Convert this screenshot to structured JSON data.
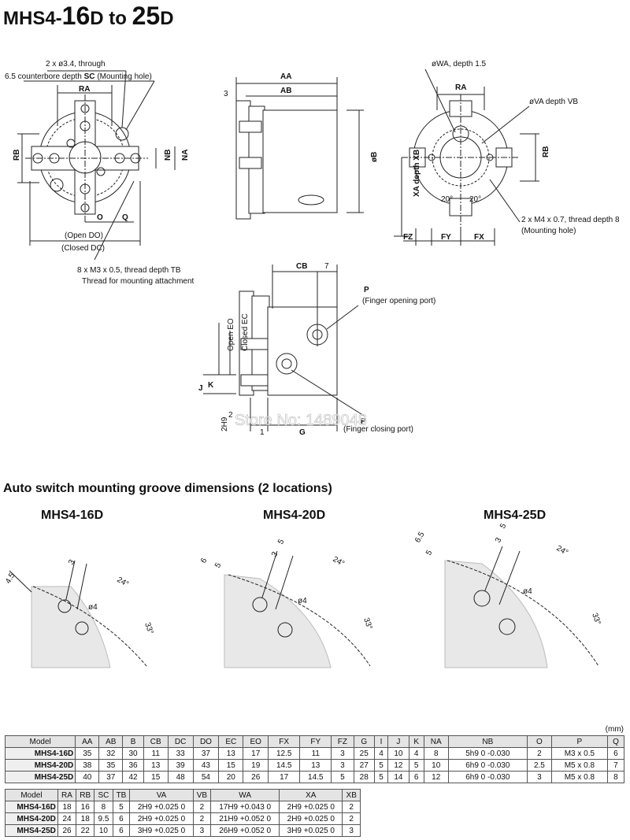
{
  "title": {
    "prefix": "MHS4-",
    "a": "16",
    "d1": "D",
    "to": " to ",
    "b": "25",
    "d2": "D"
  },
  "drawing_labels": {
    "through": "2 x ø3.4, through",
    "counterbore_a": "6.5 counterbore depth ",
    "counterbore_sc": "SC",
    "counterbore_b": " (Mounting hole)",
    "RA": "RA",
    "RB": "RB",
    "NB": "NB",
    "NA": "NA",
    "O": "O",
    "Q": "Q",
    "open_do": "(Open DO)",
    "closed_dc": "(Closed DC)",
    "thread_tb": "8 x M3 x 0.5, thread depth TB",
    "thread_attach": "Thread for mounting attachment",
    "AA": "AA",
    "AB": "AB",
    "three": "3",
    "oB": "øB",
    "owa": "øWA, depth 1.5",
    "ova": "øVA  depth VB",
    "xa": "XA  depth XB",
    "deg20a": "20°",
    "deg20b": "20°",
    "fz": "FZ",
    "fy": "FY",
    "fx": "FX",
    "m4": "2 x M4 x 0.7, thread depth 8",
    "mounting_hole": "(Mounting hole)",
    "CB": "CB",
    "seven": "7",
    "P": "P",
    "finger_open": "(Finger opening port)",
    "finger_close": "(Finger closing port)",
    "open_eo": "Open EO",
    "closed_ec": "Closed EC",
    "J": "J",
    "K": "K",
    "two": "2",
    "one": "1",
    "G": "G",
    "h9": "2H9",
    "watermark": "Store No: 1489048"
  },
  "section_title": "Auto switch mounting groove dimensions (2 locations)",
  "grooves": [
    {
      "name": "MHS4-16D",
      "d1": "4.5",
      "d2": "3",
      "deg1": "24°",
      "deg2": "33°",
      "dia": "ø4"
    },
    {
      "name": "MHS4-20D",
      "d0": "6",
      "d1": "5",
      "d2": "3",
      "d3": "5",
      "deg1": "24°",
      "deg2": "33°",
      "dia": "ø4"
    },
    {
      "name": "MHS4-25D",
      "d0": "6.5",
      "d1": "5",
      "d2": "3",
      "d3": "5",
      "deg1": "24°",
      "deg2": "33°",
      "dia": "ø4"
    }
  ],
  "unit": "(mm)",
  "table1": {
    "headers": [
      "Model",
      "AA",
      "AB",
      "B",
      "CB",
      "DC",
      "DO",
      "EC",
      "EO",
      "FX",
      "FY",
      "FZ",
      "G",
      "I",
      "J",
      "K",
      "NA",
      "NB",
      "O",
      "P",
      "Q"
    ],
    "rows": [
      [
        "MHS4-16D",
        "35",
        "32",
        "30",
        "11",
        "33",
        "37",
        "13",
        "17",
        "12.5",
        "11",
        "3",
        "25",
        "4",
        "10",
        "4",
        "8",
        "5h9 0 -0.030",
        "2",
        "M3 x 0.5",
        "6"
      ],
      [
        "MHS4-20D",
        "38",
        "35",
        "36",
        "13",
        "39",
        "43",
        "15",
        "19",
        "14.5",
        "13",
        "3",
        "27",
        "5",
        "12",
        "5",
        "10",
        "6h9 0 -0.030",
        "2.5",
        "M5 x 0.8",
        "7"
      ],
      [
        "MHS4-25D",
        "40",
        "37",
        "42",
        "15",
        "48",
        "54",
        "20",
        "26",
        "17",
        "14.5",
        "5",
        "28",
        "5",
        "14",
        "6",
        "12",
        "6h9 0 -0.030",
        "3",
        "M5 x 0.8",
        "8"
      ]
    ]
  },
  "table2": {
    "headers": [
      "Model",
      "RA",
      "RB",
      "SC",
      "TB",
      "VA",
      "VB",
      "WA",
      "XA",
      "XB"
    ],
    "rows": [
      [
        "MHS4-16D",
        "18",
        "16",
        "8",
        "5",
        "2H9 +0.025 0",
        "2",
        "17H9 +0.043 0",
        "2H9 +0.025 0",
        "2"
      ],
      [
        "MHS4-20D",
        "24",
        "18",
        "9.5",
        "6",
        "2H9 +0.025 0",
        "2",
        "21H9 +0.052 0",
        "2H9 +0.025 0",
        "2"
      ],
      [
        "MHS4-25D",
        "26",
        "22",
        "10",
        "6",
        "3H9 +0.025 0",
        "3",
        "26H9 +0.052 0",
        "3H9 +0.025 0",
        "3"
      ]
    ]
  }
}
